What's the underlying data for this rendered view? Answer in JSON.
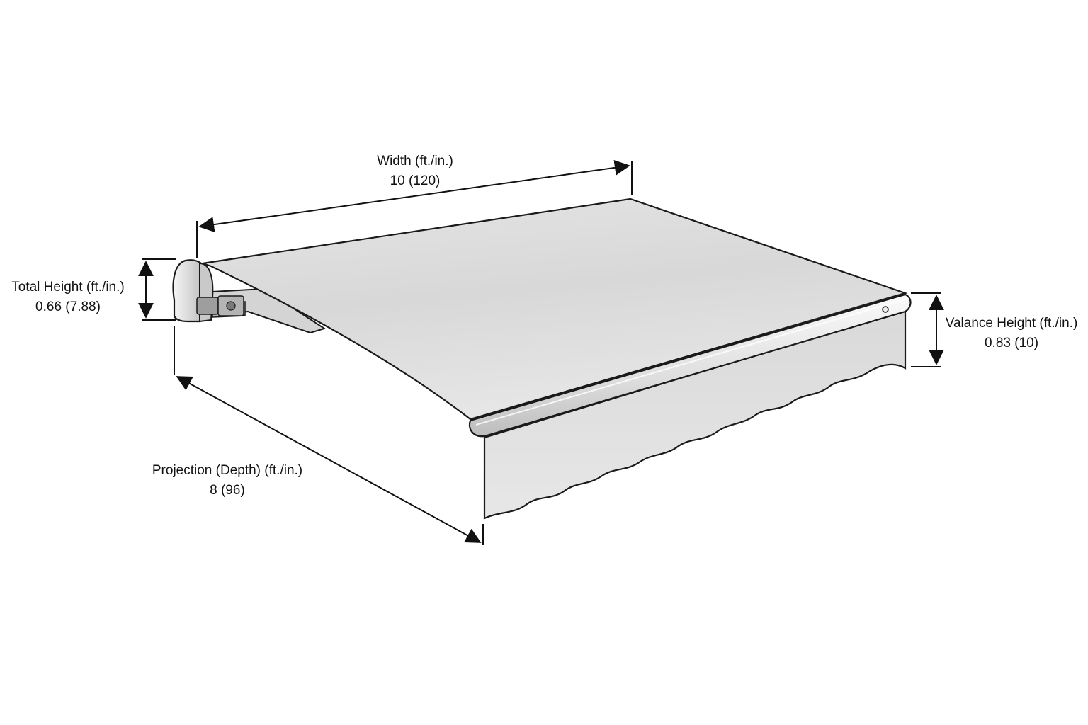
{
  "dimensions": {
    "width": {
      "label": "Width (ft./in.)",
      "value": "10 (120)"
    },
    "total_height": {
      "label": "Total Height (ft./in.)",
      "value": "0.66 (7.88)"
    },
    "valance_height": {
      "label": "Valance Height (ft./in.)",
      "value": "0.83 (10)"
    },
    "projection": {
      "label": "Projection (Depth) (ft./in.)",
      "value": "8 (96)"
    }
  },
  "colors": {
    "fabric_top": "#dcdcdc",
    "fabric_light": "#f0f0f0",
    "valance": "#e0e0e0",
    "outline": "#1a1a1a",
    "frame": "#cfcfcf"
  }
}
